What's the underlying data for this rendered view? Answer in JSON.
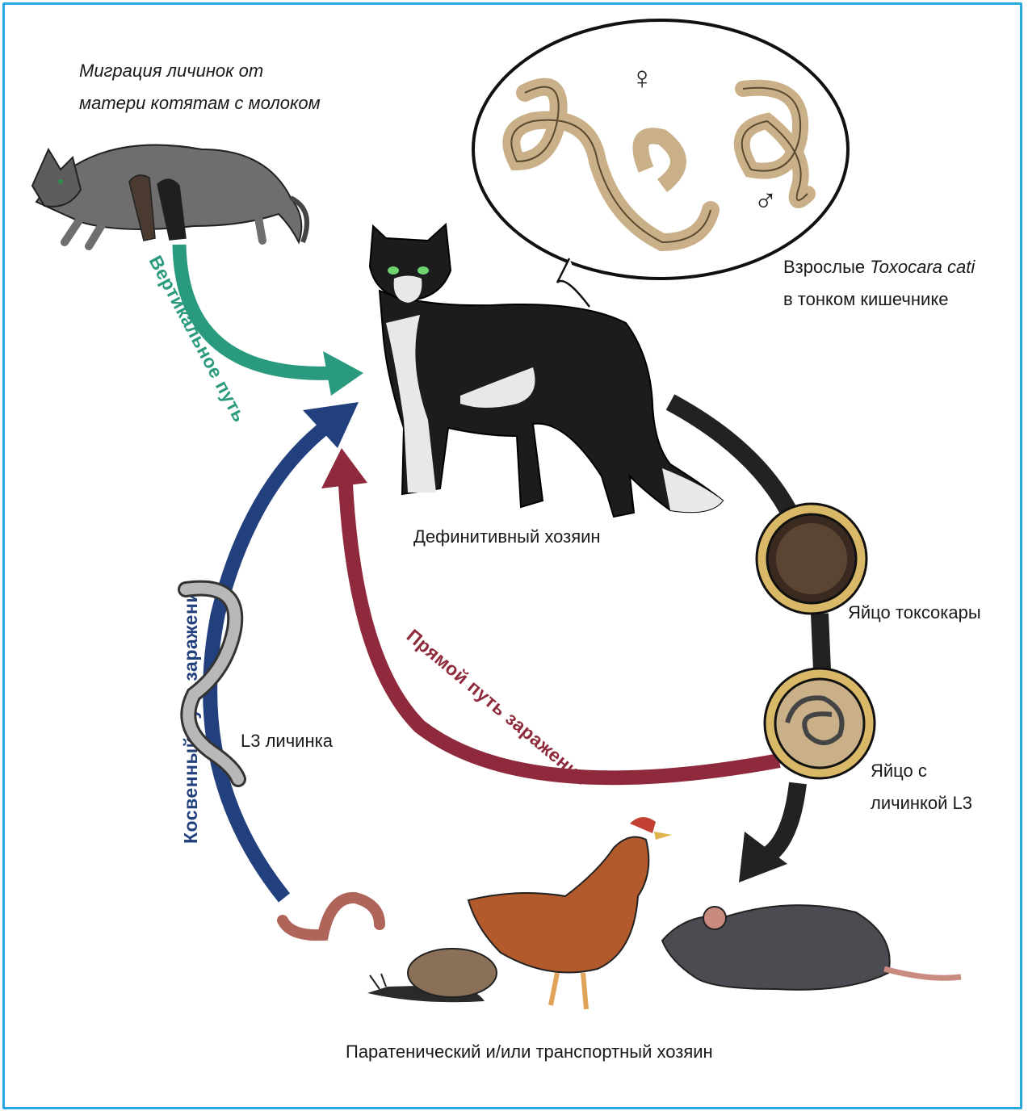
{
  "labels": {
    "migration_line1": "Миграция личинок от",
    "migration_line2": "матери котятам с молоком",
    "adult_line1": "Взрослые ",
    "adult_species": "Toxocara cati",
    "adult_line2": "в тонком кишечнике",
    "definitive_host": "Дефинитивный хозяин",
    "egg": "Яйцо токсокары",
    "egg_larva_line1": "Яйцо с",
    "egg_larva_line2": "личинкой L3",
    "l3_larva": "L3 личинка",
    "paratenic_host": "Паратенический и/или транспортный хозяин",
    "female_symbol": "♀",
    "male_symbol": "♂"
  },
  "pathways": {
    "vertical": "Вертикальное путь",
    "direct": "Прямой путь заражения",
    "indirect": "Косвенный путь заражения"
  },
  "colors": {
    "vertical": "#2a9a7e",
    "direct": "#8e2a3c",
    "indirect": "#23407e",
    "cycle": "#222222",
    "frame": "#29a8e0"
  },
  "icons": [
    "nursing-cat-icon",
    "adult-cat-icon",
    "worms-icon",
    "egg-icon",
    "egg-with-larva-icon",
    "l3-larva-icon",
    "earthworm-icon",
    "snail-icon",
    "chicken-icon",
    "rat-icon"
  ]
}
